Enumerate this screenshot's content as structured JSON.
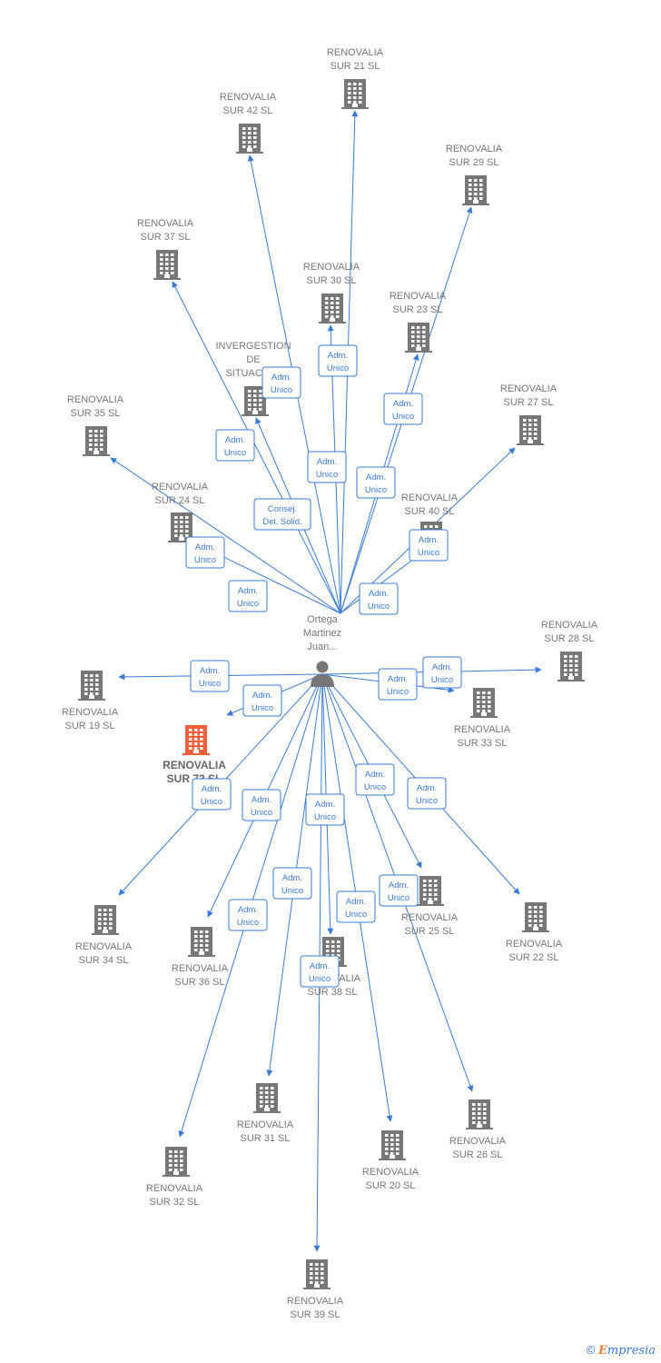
{
  "colors": {
    "edge": "#3a7bd5",
    "building": "#777777",
    "highlight": "#f0603a"
  },
  "center_person": {
    "label_lines": [
      "Ortega",
      "Martinez",
      "Juan..."
    ],
    "icon": "person-icon"
  },
  "companies": [
    {
      "id": "sur21",
      "lines": [
        "RENOVALIA",
        "SUR 21  SL"
      ]
    },
    {
      "id": "sur42",
      "lines": [
        "RENOVALIA",
        "SUR 42  SL"
      ]
    },
    {
      "id": "sur29",
      "lines": [
        "RENOVALIA",
        "SUR 29  SL"
      ]
    },
    {
      "id": "sur37",
      "lines": [
        "RENOVALIA",
        "SUR 37  SL"
      ]
    },
    {
      "id": "sur30",
      "lines": [
        "RENOVALIA",
        "SUR 30  SL"
      ]
    },
    {
      "id": "sur23",
      "lines": [
        "RENOVALIA",
        "SUR 23  SL"
      ]
    },
    {
      "id": "invergestion",
      "lines": [
        "INVERGESTION",
        "DE",
        "SITUACIO..."
      ]
    },
    {
      "id": "sur35",
      "lines": [
        "RENOVALIA",
        "SUR 35  SL"
      ]
    },
    {
      "id": "sur27",
      "lines": [
        "RENOVALIA",
        "SUR 27  SL"
      ]
    },
    {
      "id": "sur24",
      "lines": [
        "RENOVALIA",
        "SUR 24  SL"
      ]
    },
    {
      "id": "sur40",
      "lines": [
        "RENOVALIA",
        "SUR 40  SL"
      ]
    },
    {
      "id": "sur28",
      "lines": [
        "RENOVALIA",
        "SUR 28  SL"
      ]
    },
    {
      "id": "sur19",
      "lines": [
        "RENOVALIA",
        "SUR 19  SL"
      ]
    },
    {
      "id": "sur33",
      "lines": [
        "RENOVALIA",
        "SUR 33  SL"
      ]
    },
    {
      "id": "sur73",
      "lines": [
        "RENOVALIA",
        "SUR 73  SL"
      ],
      "highlight": true
    },
    {
      "id": "sur34",
      "lines": [
        "RENOVALIA",
        "SUR 34  SL"
      ]
    },
    {
      "id": "sur36",
      "lines": [
        "RENOVALIA",
        "SUR 36  SL"
      ]
    },
    {
      "id": "sur25",
      "lines": [
        "RENOVALIA",
        "SUR 25  SL"
      ]
    },
    {
      "id": "sur22",
      "lines": [
        "RENOVALIA",
        "SUR 22  SL"
      ]
    },
    {
      "id": "sur38",
      "lines": [
        "RENOVALIA",
        "SUR 38  SL"
      ]
    },
    {
      "id": "sur31",
      "lines": [
        "RENOVALIA",
        "SUR 31  SL"
      ]
    },
    {
      "id": "sur26",
      "lines": [
        "RENOVALIA",
        "SUR 26  SL"
      ]
    },
    {
      "id": "sur20",
      "lines": [
        "RENOVALIA",
        "SUR 20  SL"
      ]
    },
    {
      "id": "sur32",
      "lines": [
        "RENOVALIA",
        "SUR 32  SL"
      ]
    },
    {
      "id": "sur39",
      "lines": [
        "RENOVALIA",
        "SUR 39  SL"
      ]
    }
  ],
  "relations": [
    {
      "from": "juan_upper",
      "to": "sur21",
      "lines": [
        "Adm.",
        "Unico"
      ]
    },
    {
      "from": "juan_upper",
      "to": "sur42",
      "lines": [
        "Adm.",
        "Unico"
      ]
    },
    {
      "from": "juan_upper",
      "to": "sur29",
      "lines": [
        "Adm.",
        "Unico"
      ]
    },
    {
      "from": "juan_upper",
      "to": "sur37",
      "lines": [
        "Adm.",
        "Unico"
      ]
    },
    {
      "from": "juan_upper",
      "to": "sur30",
      "lines": [
        "Adm.",
        "Unico"
      ]
    },
    {
      "from": "juan_upper",
      "to": "sur23",
      "lines": [
        "Adm.",
        "Unico"
      ]
    },
    {
      "from": "juan_upper",
      "to": "invergestion",
      "lines": [
        "Consej.",
        "Del. Solid."
      ]
    },
    {
      "from": "juan_upper",
      "to": "sur35",
      "lines": [
        "Adm.",
        "Unico"
      ]
    },
    {
      "from": "juan_upper",
      "to": "sur27",
      "lines": [
        "Adm.",
        "Unico"
      ]
    },
    {
      "from": "juan_upper",
      "to": "sur24",
      "lines": [
        "Adm.",
        "Unico"
      ]
    },
    {
      "from": "juan_upper",
      "to": "sur40",
      "lines": [
        "Adm.",
        "Unico"
      ]
    },
    {
      "from": "person",
      "to": "sur19",
      "lines": [
        "Adm.",
        "Unico"
      ]
    },
    {
      "from": "person",
      "to": "sur73",
      "lines": [
        "Adm.",
        "Unico"
      ]
    },
    {
      "from": "person",
      "to": "sur28",
      "lines": [
        "Adm.",
        "Unico"
      ]
    },
    {
      "from": "person",
      "to": "sur33",
      "lines": [
        "Adm.",
        "Unico"
      ]
    },
    {
      "from": "person",
      "to": "sur34",
      "lines": [
        "Adm.",
        "Unico"
      ]
    },
    {
      "from": "person",
      "to": "sur36",
      "lines": [
        "Adm.",
        "Unico"
      ]
    },
    {
      "from": "person",
      "to": "sur25",
      "lines": [
        "Adm.",
        "Unico"
      ]
    },
    {
      "from": "person",
      "to": "sur22",
      "lines": [
        "Adm.",
        "Unico"
      ]
    },
    {
      "from": "person",
      "to": "sur38",
      "lines": [
        "Adm.",
        "Unico"
      ]
    },
    {
      "from": "person",
      "to": "sur31",
      "lines": [
        "Adm.",
        "Unico"
      ]
    },
    {
      "from": "person",
      "to": "sur26",
      "lines": [
        "Adm.",
        "Unico"
      ]
    },
    {
      "from": "person",
      "to": "sur20",
      "lines": [
        "Adm.",
        "Unico"
      ]
    },
    {
      "from": "person",
      "to": "sur32",
      "lines": [
        "Adm.",
        "Unico"
      ]
    },
    {
      "from": "person",
      "to": "sur39",
      "lines": [
        "Adm.",
        "Unico"
      ]
    }
  ],
  "footer": {
    "copyright": "©",
    "brand_first": "E",
    "brand_rest": "mpresia"
  }
}
